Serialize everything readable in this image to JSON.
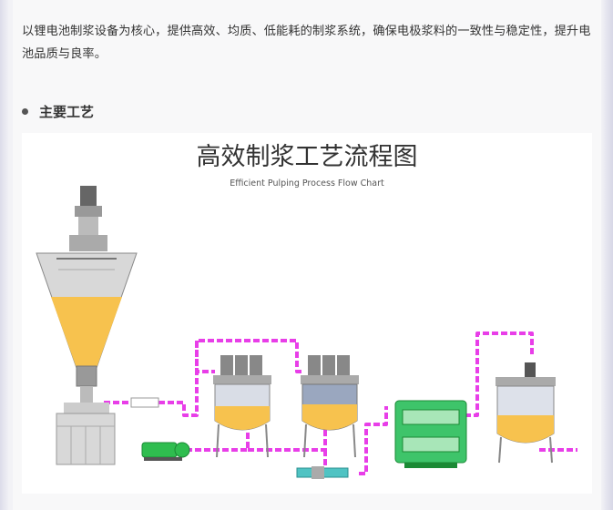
{
  "intro_text": "以锂电池制浆设备为核心，提供高效、均质、低能耗的制浆系统，确保电极浆料的一致性与稳定性，提升电池品质与良率。",
  "section": {
    "title": "主要工艺"
  },
  "figure": {
    "title": "高效制浆工艺流程图",
    "subtitle": "Efficient Pulping Process Flow Chart"
  },
  "colors": {
    "pipe": "#e83ee8",
    "slurry": "#f7c24e",
    "heat_exchanger": "#3ec46a",
    "pump": "#2fbd4f"
  },
  "icons": [
    "bullet-dot-icon"
  ]
}
